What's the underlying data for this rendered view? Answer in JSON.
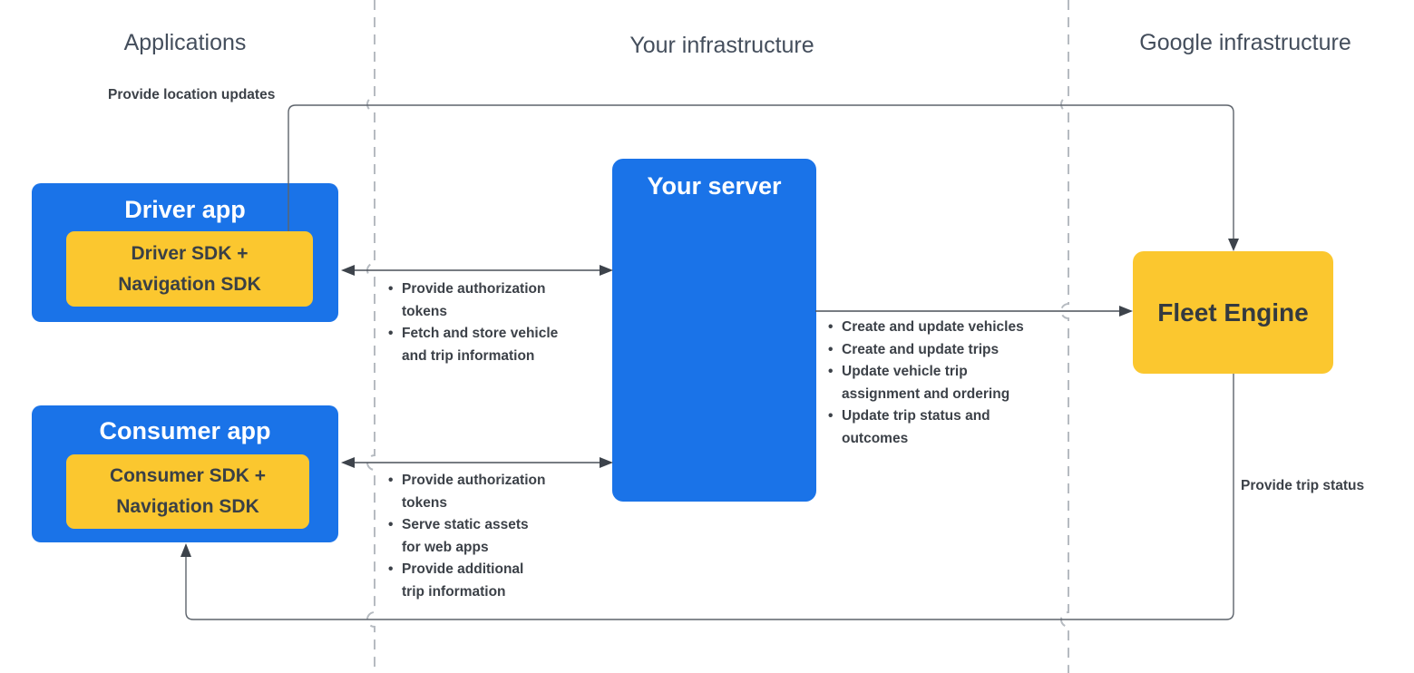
{
  "columns": {
    "applications": "Applications",
    "your_infrastructure": "Your infrastructure",
    "google_infrastructure": "Google infrastructure"
  },
  "nodes": {
    "driver_app": {
      "title": "Driver app",
      "sdk": "Driver SDK +\nNavigation SDK"
    },
    "consumer_app": {
      "title": "Consumer app",
      "sdk": "Consumer SDK +\nNavigation SDK"
    },
    "your_server": {
      "title": "Your server"
    },
    "fleet_engine": {
      "title": "Fleet Engine"
    }
  },
  "flows": {
    "location_updates_label": "Provide location updates",
    "trip_status_label": "Provide trip status",
    "driver_server_bullets": [
      "Provide authorization\ntokens",
      "Fetch and store vehicle\nand trip information"
    ],
    "server_fleet_bullets": [
      "Create and update vehicles",
      "Create and update trips",
      "Update vehicle trip\nassignment and ordering",
      "Update trip status and\noutcomes"
    ],
    "consumer_server_bullets": [
      "Provide authorization\ntokens",
      "Serve static assets\nfor web apps",
      "Provide additional\ntrip information"
    ]
  },
  "colors": {
    "box_blue": "#1a73e8",
    "box_yellow": "#fbc72f",
    "text_dark": "#3c4148",
    "header_gray": "#444e5c",
    "line_color": "#4a5058",
    "divider_gray": "#b6bbc1"
  }
}
